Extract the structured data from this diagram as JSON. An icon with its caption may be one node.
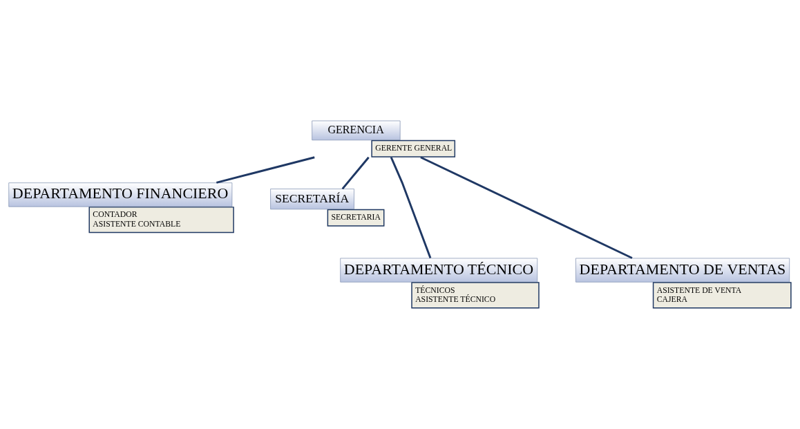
{
  "diagram": {
    "nodes": [
      {
        "text": [
          "GERENCIA",
          "GERENTE GENERAL"
        ]
      },
      {
        "text": [
          "DEPARTAMENTO FINANCIERO",
          "CONTADOR",
          "ASISTENTE CONTABLE"
        ]
      },
      {
        "text": [
          "SECRETARÍA",
          "SECRETARIA"
        ]
      },
      {
        "text": [
          "DEPARTAMENTO TÉCNICO",
          "TÉCNICOS",
          "ASISTENTE TÉCNICO"
        ]
      },
      {
        "text": [
          "DEPARTAMENTO DE VENTAS",
          "ASISTENTE DE VENTA",
          "CAJERA"
        ]
      }
    ],
    "edges": [
      {
        "from": 0,
        "to": 1,
        "arrow": "none"
      },
      {
        "from": 0,
        "to": 2,
        "arrow": "none"
      },
      {
        "from": 0,
        "to": 3,
        "arrow": "none"
      },
      {
        "from": 0,
        "to": 4,
        "arrow": "none"
      }
    ]
  }
}
